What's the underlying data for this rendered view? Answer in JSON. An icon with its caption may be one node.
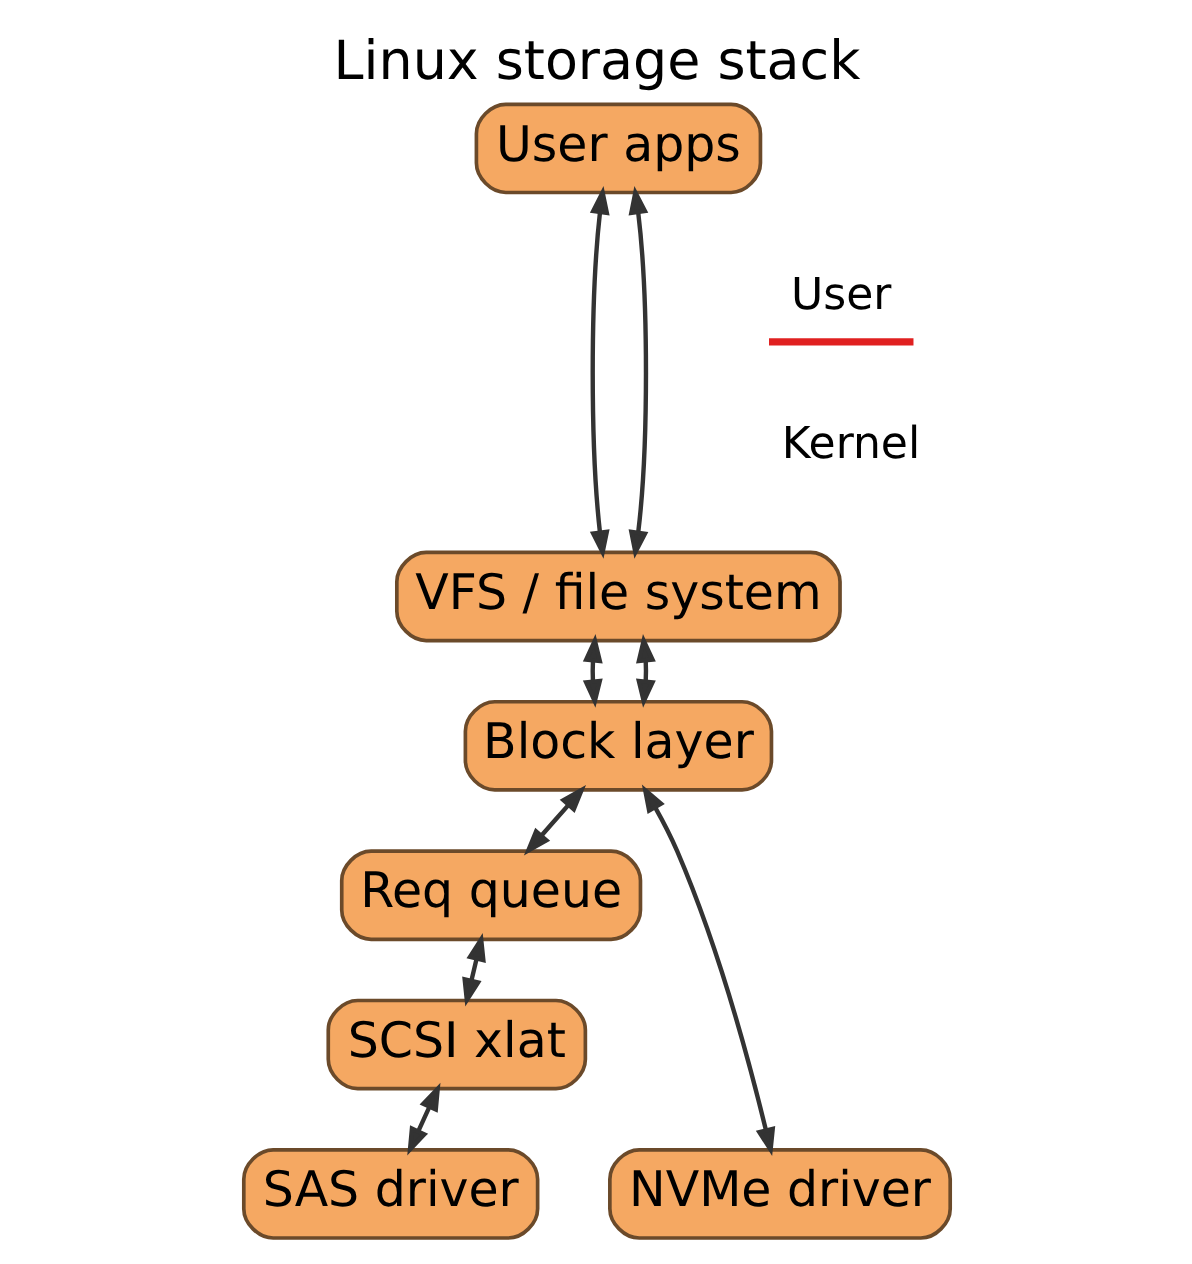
{
  "diagram": {
    "title": "Linux storage stack",
    "nodes": [
      {
        "text": [
          "User apps"
        ]
      },
      {
        "text": [
          "VFS / file system"
        ]
      },
      {
        "text": [
          "Block layer"
        ]
      },
      {
        "text": [
          "Req queue"
        ]
      },
      {
        "text": [
          "SCSI xlat"
        ]
      },
      {
        "text": [
          "NVMe driver"
        ]
      },
      {
        "text": [
          "SAS driver"
        ]
      }
    ],
    "edges": [
      {
        "from": 0,
        "to": 1,
        "arrow": "both"
      },
      {
        "from": 0,
        "to": 1,
        "arrow": "both"
      },
      {
        "from": 1,
        "to": 2,
        "arrow": "both"
      },
      {
        "from": 1,
        "to": 2,
        "arrow": "both"
      },
      {
        "from": 2,
        "to": 5,
        "arrow": "both"
      },
      {
        "from": 2,
        "to": 3,
        "arrow": "both"
      },
      {
        "from": 3,
        "to": 4,
        "arrow": "both"
      },
      {
        "from": 4,
        "to": 6,
        "arrow": "both"
      }
    ],
    "labels": [
      "User",
      "Kernel"
    ]
  }
}
